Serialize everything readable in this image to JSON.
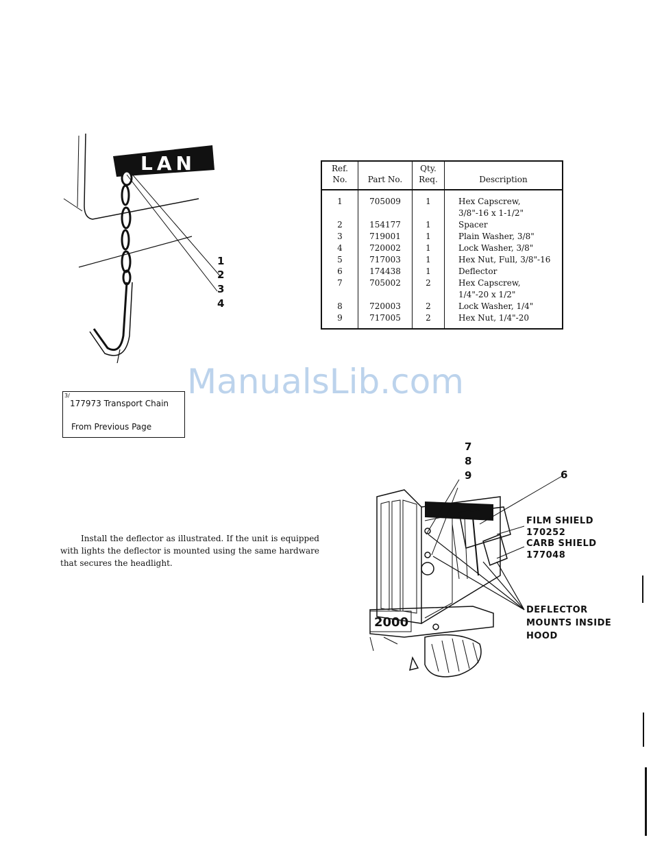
{
  "left_figure": {
    "sign_text": "LAN",
    "callouts": [
      "1",
      "2",
      "3",
      "4"
    ],
    "chain_label": {
      "mark": "3/",
      "line1": "177973  Transport Chain",
      "line2": "From Previous Page"
    }
  },
  "parts_table": {
    "headers": {
      "ref": [
        "Ref.",
        "No."
      ],
      "part": "Part No.",
      "qty": [
        "Qty.",
        "Req."
      ],
      "desc": "Description"
    },
    "rows": [
      {
        "ref": "1",
        "part": "705009",
        "qty": "1",
        "desc": "Hex Capscrew,\n3/8\"-16 x 1-1/2\""
      },
      {
        "ref": "2",
        "part": "154177",
        "qty": "1",
        "desc": "Spacer"
      },
      {
        "ref": "3",
        "part": "719001",
        "qty": "1",
        "desc": "Plain Washer, 3/8\""
      },
      {
        "ref": "4",
        "part": "720002",
        "qty": "1",
        "desc": "Lock Washer, 3/8\""
      },
      {
        "ref": "5",
        "part": "717003",
        "qty": "1",
        "desc": "Hex Nut, Full, 3/8\"-16"
      },
      {
        "ref": "6",
        "part": "174438",
        "qty": "1",
        "desc": "Deflector"
      },
      {
        "ref": "7",
        "part": "705002",
        "qty": "2",
        "desc": "Hex Capscrew,\n1/4\"-20 x 1/2\""
      },
      {
        "ref": "8",
        "part": "720003",
        "qty": "2",
        "desc": "Lock Washer, 1/4\""
      },
      {
        "ref": "9",
        "part": "717005",
        "qty": "2",
        "desc": "Hex Nut, 1/4\"-20"
      }
    ]
  },
  "watermark": "ManualsLib.com",
  "instructions": "Install the deflector as illustrated.  If the unit is equipped with lights the deflector is mounted using the same hardware that secures the headlight.",
  "right_figure": {
    "callouts": [
      "7",
      "8",
      "9",
      "6"
    ],
    "labels": {
      "film_shield": "FILM SHIELD",
      "film_shield_part": "170252",
      "carb_shield": "CARB SHIELD",
      "carb_shield_part": "177048",
      "deflector_1": "DEFLECTOR",
      "deflector_2": "MOUNTS INSIDE",
      "deflector_3": "HOOD",
      "grille_text": "2000"
    }
  }
}
